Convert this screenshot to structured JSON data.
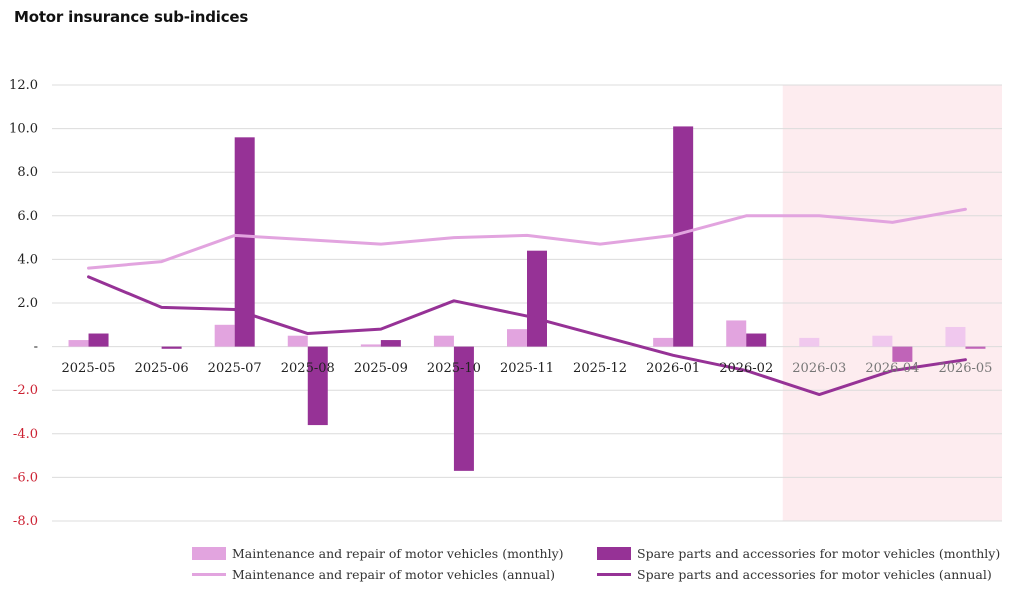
{
  "title": "Motor insurance sub-indices",
  "colors": {
    "maint_light": "#e2a4df",
    "spare_dark": "#963296",
    "maint_forecast": "#f0c8ee",
    "spare_forecast": "#c064b8",
    "forecast_band": "#fdecef",
    "negative_tick": "#cc2233",
    "grid": "#dcdcdc"
  },
  "chart_data": {
    "type": "bar",
    "title": "Motor insurance sub-indices",
    "categories": [
      "2025-05",
      "2025-06",
      "2025-07",
      "2025-08",
      "2025-09",
      "2025-10",
      "2025-11",
      "2025-12",
      "2026-01",
      "2026-02",
      "2026-03",
      "2026-04",
      "2026-05"
    ],
    "forecast_from": "2026-03",
    "ylim": [
      -8,
      12
    ],
    "yticks": [
      {
        "value": 12,
        "label": "12.0"
      },
      {
        "value": 10,
        "label": "10.0"
      },
      {
        "value": 8,
        "label": "8.0"
      },
      {
        "value": 6,
        "label": "6.0"
      },
      {
        "value": 4,
        "label": "4.0"
      },
      {
        "value": 2,
        "label": "2.0"
      },
      {
        "value": 0,
        "label": "-"
      },
      {
        "value": -2,
        "label": "-2.0"
      },
      {
        "value": -4,
        "label": "-4.0"
      },
      {
        "value": -6,
        "label": "-6.0"
      },
      {
        "value": -8,
        "label": "-8.0"
      }
    ],
    "grid": true,
    "legend_position": "bottom",
    "series": [
      {
        "name": "Maintenance and repair of motor vehicles (monthly)",
        "kind": "bar",
        "values": [
          0.3,
          0.0,
          1.0,
          0.5,
          0.1,
          0.5,
          0.8,
          0.0,
          0.4,
          1.2,
          0.4,
          0.5,
          0.9
        ]
      },
      {
        "name": "Spare parts and accessories for motor vehicles (monthly)",
        "kind": "bar",
        "values": [
          0.6,
          -0.1,
          9.6,
          -3.6,
          0.3,
          -5.7,
          4.4,
          0.0,
          10.1,
          0.6,
          0.0,
          -0.7,
          -0.1
        ]
      },
      {
        "name": "Maintenance and repair of motor vehicles (annual)",
        "kind": "line",
        "values": [
          3.6,
          3.9,
          5.1,
          4.9,
          4.7,
          5.0,
          5.1,
          4.7,
          5.1,
          6.0,
          6.0,
          5.7,
          6.3
        ]
      },
      {
        "name": "Spare parts and accessories for motor vehicles (annual)",
        "kind": "line",
        "values": [
          3.2,
          1.8,
          1.7,
          0.6,
          0.8,
          2.1,
          1.4,
          0.5,
          -0.4,
          -1.1,
          -2.2,
          -1.1,
          -0.6
        ]
      }
    ]
  }
}
